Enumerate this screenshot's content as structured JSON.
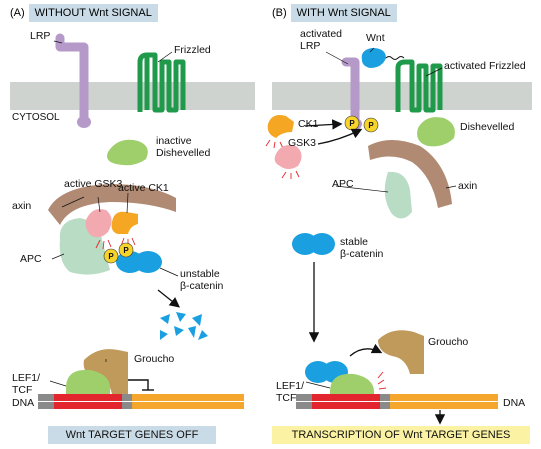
{
  "panels": {
    "left": {
      "letter": "(A)",
      "title": "WITHOUT Wnt SIGNAL",
      "footer": "Wnt TARGET GENES OFF",
      "labels": {
        "lrp": "LRP",
        "frizzled": "Frizzled",
        "cytosol": "CYTOSOL",
        "dishevelled": "inactive\nDishevelled",
        "gsk3": "active GSK3",
        "ck1": "active CK1",
        "axin": "axin",
        "apc": "APC",
        "beta_catenin": "unstable\nβ-catenin",
        "groucho": "Groucho",
        "lef1_tcf": "LEF1/\nTCF",
        "dna": "DNA",
        "p": "P"
      }
    },
    "right": {
      "letter": "(B)",
      "title": "WITH Wnt SIGNAL",
      "footer": "TRANSCRIPTION OF Wnt TARGET GENES",
      "labels": {
        "lrp": "activated\nLRP",
        "wnt": "Wnt",
        "frizzled": "activated Frizzled",
        "ck1": "CK1",
        "gsk3": "GSK3",
        "dishevelled": "Dishevelled",
        "apc": "APC",
        "axin": "axin",
        "beta_catenin": "stable\nβ-catenin",
        "groucho": "Groucho",
        "lef1_tcf": "LEF1/\nTCF",
        "dna": "DNA",
        "p": "P"
      }
    }
  },
  "colors": {
    "membrane": "#cfd3d0",
    "lrp": "#b59ac9",
    "frizzled": "#1f9a4b",
    "dishevelled": "#9fcf6a",
    "axin": "#b08a73",
    "apc": "#b8dcc4",
    "gsk3": "#f2aab0",
    "ck1": "#f5a623",
    "phosphate": "#f7d42a",
    "beta_catenin": "#1aa0e0",
    "groucho": "#bf9a5a",
    "dna_red": "#e3262e",
    "dna_orange": "#f4a72c",
    "dna_gray": "#8a8a8a",
    "header_bg": "#c9dbe6",
    "footer_left_bg": "#c9dbe6",
    "footer_right_bg": "#fbf3a3"
  }
}
